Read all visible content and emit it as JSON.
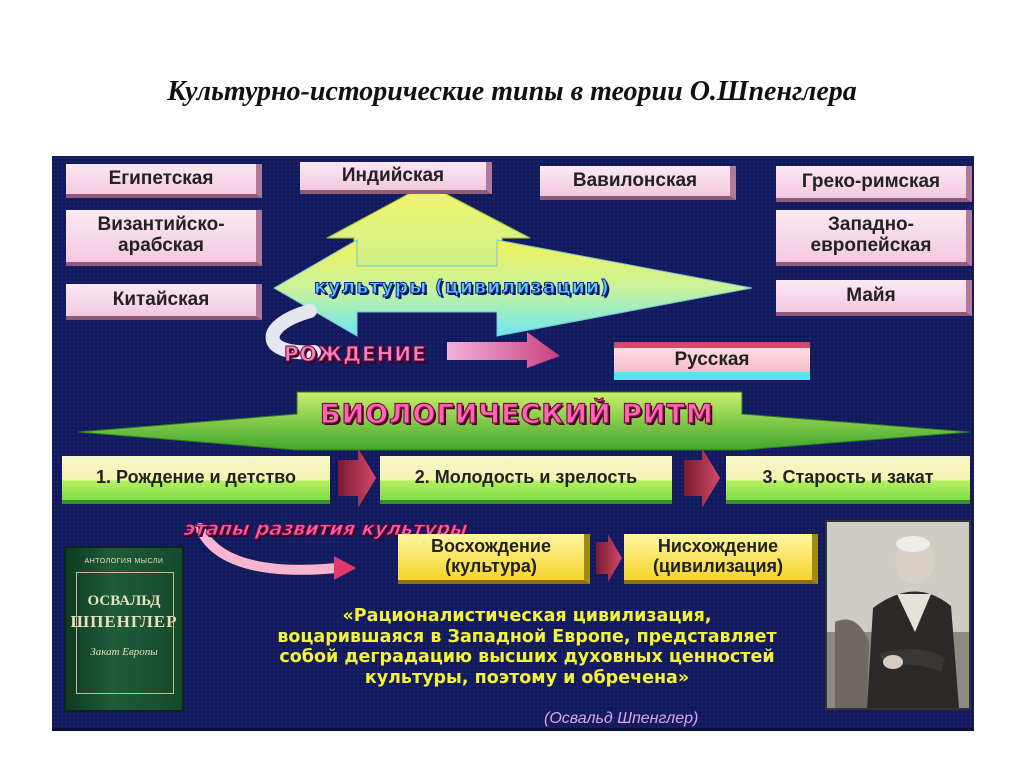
{
  "slide": {
    "title": "Культурно-исторические типы в теории О.Шпенглера"
  },
  "cultures": {
    "egyptian": "Египетская",
    "indian": "Индийская",
    "babylonian": "Вавилонская",
    "greco_roman": "Греко-римская",
    "byzantine_arab": "Византийско-арабская",
    "west_european": "Западно-европейская",
    "chinese": "Китайская",
    "maya": "Майя",
    "russian": "Русская"
  },
  "labels": {
    "cultures_civilizations": "культуры (цивилизации)",
    "birth": "РОЖДЕНИЕ",
    "biological_rhythm": "БИОЛОГИЧЕСКИЙ РИТМ",
    "development_stages": "этапы развития культуры"
  },
  "stages": [
    "1. Рождение и детство",
    "2. Молодость и зрелость",
    "3. Старость и закат"
  ],
  "phases": {
    "ascent": "Восхождение (культура)",
    "descent": "Нисхождение (цивилизация)"
  },
  "quote": {
    "text": "«Рационалистическая цивилизация, воцарившаяся в Западной Европе, представляет собой деградацию высших духовных ценностей культуры, поэтому и обречена»",
    "author": "(Освальд Шпенглер)"
  },
  "book": {
    "series": "АНТОЛОГИЯ МЫСЛИ",
    "author_first": "ОСВАЛЬД",
    "author_last": "ШПЕНГЛЕР",
    "title": "Закат Европы"
  },
  "colors": {
    "panel": "#131a5c",
    "pink_box": "#f3c9df",
    "green_stage": "#7fdc48",
    "yellow_box": "#f5d42a",
    "quote_text": "#f3f33a",
    "arrow_cyan": "#5ee0f0",
    "arrow_yellow": "#f2f25a"
  }
}
